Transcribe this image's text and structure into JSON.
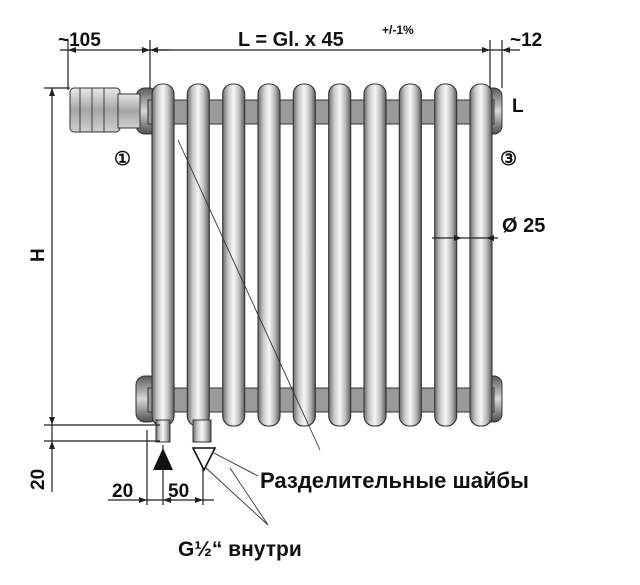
{
  "dimensions": {
    "left_offset": "~105",
    "length_formula": "L = Gl. x 45",
    "length_tolerance": "+/-1%",
    "right_offset": "~12",
    "height": "H",
    "bottom_offset": "20",
    "valve_offset": "20",
    "valve_spacing": "50",
    "tube_diameter": "Ø 25"
  },
  "markers": {
    "left_connection": "①",
    "right_connection": "③",
    "right_side_letter": "L"
  },
  "annotations": {
    "separator_washers": "Разделительные шайбы",
    "thread": "G½“ внутри"
  },
  "radiator": {
    "column_count": 10
  }
}
